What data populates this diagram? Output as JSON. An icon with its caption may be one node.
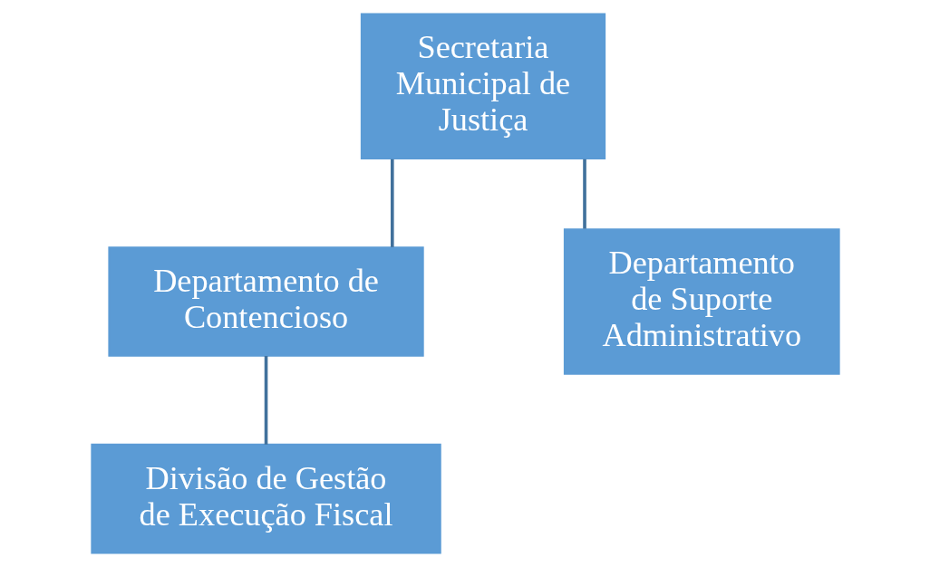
{
  "diagram": {
    "nodes": [
      {
        "text": [
          "Secretaria Municipal de Justiça"
        ]
      },
      {
        "text": [
          "Departamento de Contencioso"
        ]
      },
      {
        "text": [
          "Departamento de Suporte Administrativo"
        ]
      },
      {
        "text": [
          "Divisão de Gestão de Execução Fiscal"
        ]
      }
    ],
    "edges": [
      {
        "from": 0,
        "to": 1,
        "arrow": "none"
      },
      {
        "from": 0,
        "to": 2,
        "arrow": "none"
      },
      {
        "from": 1,
        "to": 3,
        "arrow": "none"
      }
    ]
  }
}
